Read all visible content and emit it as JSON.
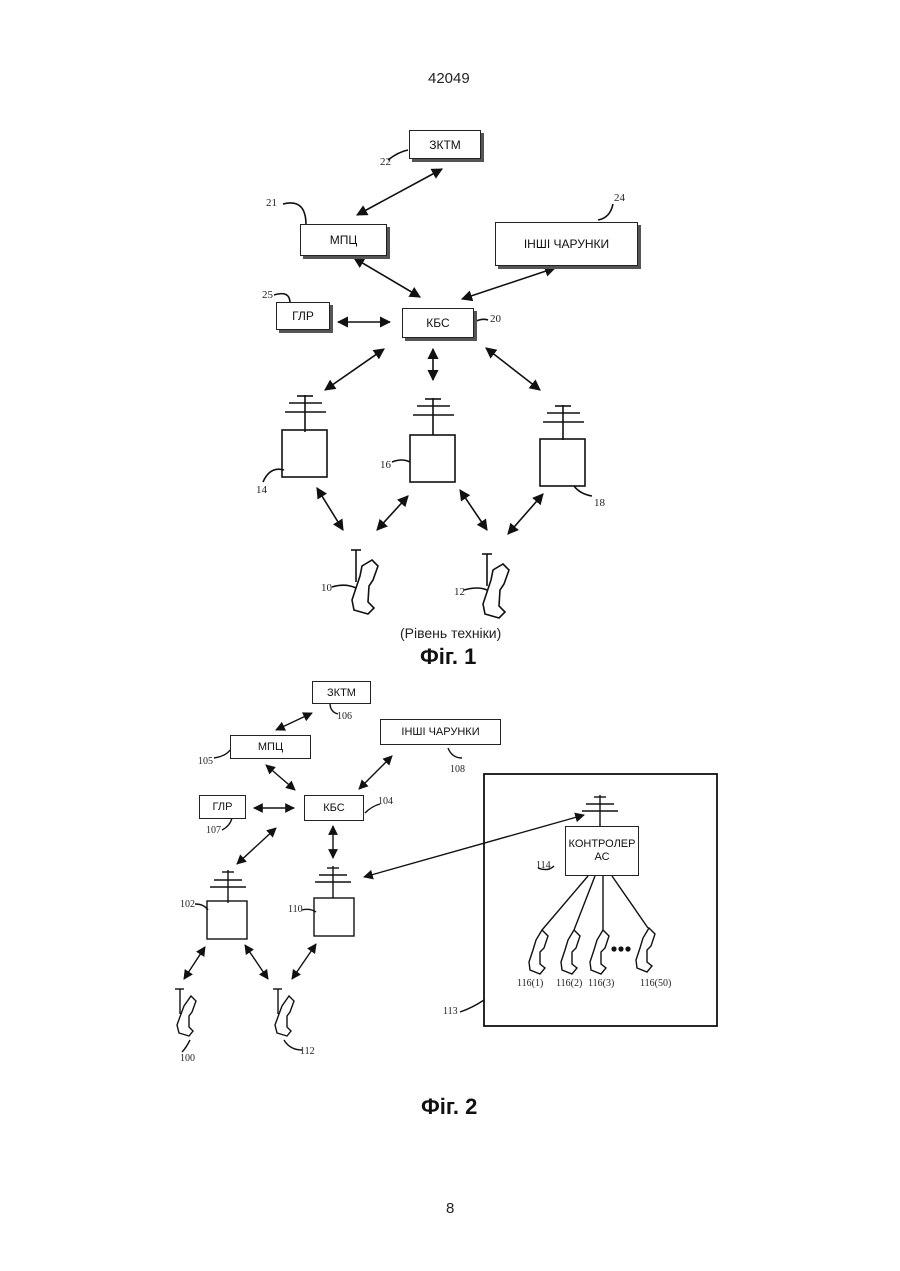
{
  "page": {
    "doc_number": "42049",
    "page_number": "8"
  },
  "fig1": {
    "title": "Фіг. 1",
    "caption": "(Рівень техніки)",
    "boxes": {
      "pstn": "ЗКТМ",
      "msc": "МПЦ",
      "other": "ІНШІ ЧАРУНКИ",
      "hlr": "ГЛР",
      "bsc": "КБС"
    },
    "refs": {
      "pstn": "22",
      "msc": "21",
      "other": "24",
      "hlr": "25",
      "bsc": "20",
      "bts1": "14",
      "bts2": "16",
      "bts3": "18",
      "ms1": "10",
      "ms2": "12"
    }
  },
  "fig2": {
    "title": "Фіг. 2",
    "boxes": {
      "pstn": "ЗКТМ",
      "msc": "МПЦ",
      "other": "ІНШІ ЧАРУНКИ",
      "hlr": "ГЛР",
      "bsc": "КБС",
      "controller_line1": "КОНТРОЛЕР",
      "controller_line2": "АС"
    },
    "refs": {
      "pstn": "106",
      "msc": "105",
      "other": "108",
      "hlr": "107",
      "bsc": "104",
      "bts1": "102",
      "bts2": "110",
      "ms1": "100",
      "ms2": "112",
      "enclosure": "113",
      "controller": "114",
      "t1": "116(1)",
      "t2": "116(2)",
      "t3": "116(3)",
      "t50": "116(50)"
    }
  }
}
